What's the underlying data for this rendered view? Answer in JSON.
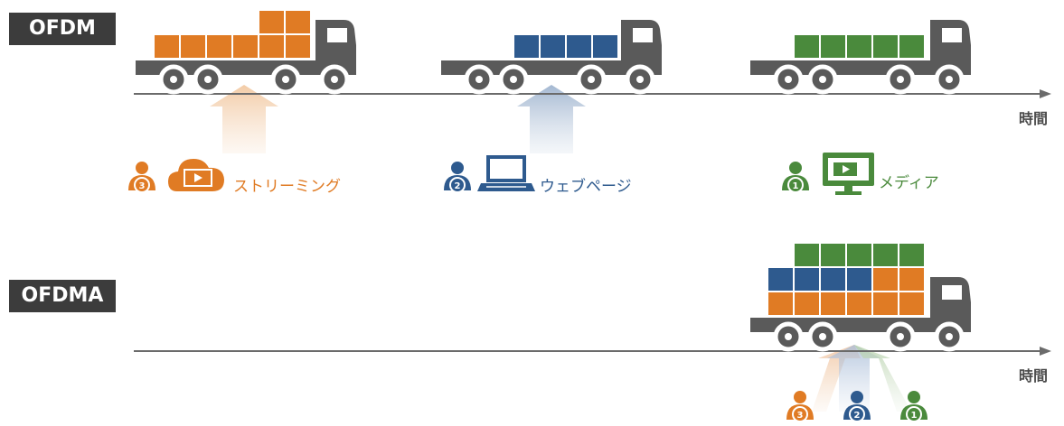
{
  "ofdm": {
    "label": "OFDM",
    "axis_label": "時間"
  },
  "ofdma": {
    "label": "OFDMA",
    "axis_label": "時間"
  },
  "applications": [
    {
      "user": "3",
      "label": "ストリーミング",
      "icon": "cloud-video-icon",
      "color": "#e07b24"
    },
    {
      "user": "2",
      "label": "ウェブページ",
      "icon": "laptop-icon",
      "color": "#2e5a8e"
    },
    {
      "user": "1",
      "label": "メディア",
      "icon": "monitor-icon",
      "color": "#4a8a3c"
    }
  ],
  "colors": {
    "truck": "#5a5a5a",
    "axis": "#6b6b6b",
    "orange": "#e07b24",
    "blue": "#2e5a8e",
    "green": "#4a8a3c"
  }
}
